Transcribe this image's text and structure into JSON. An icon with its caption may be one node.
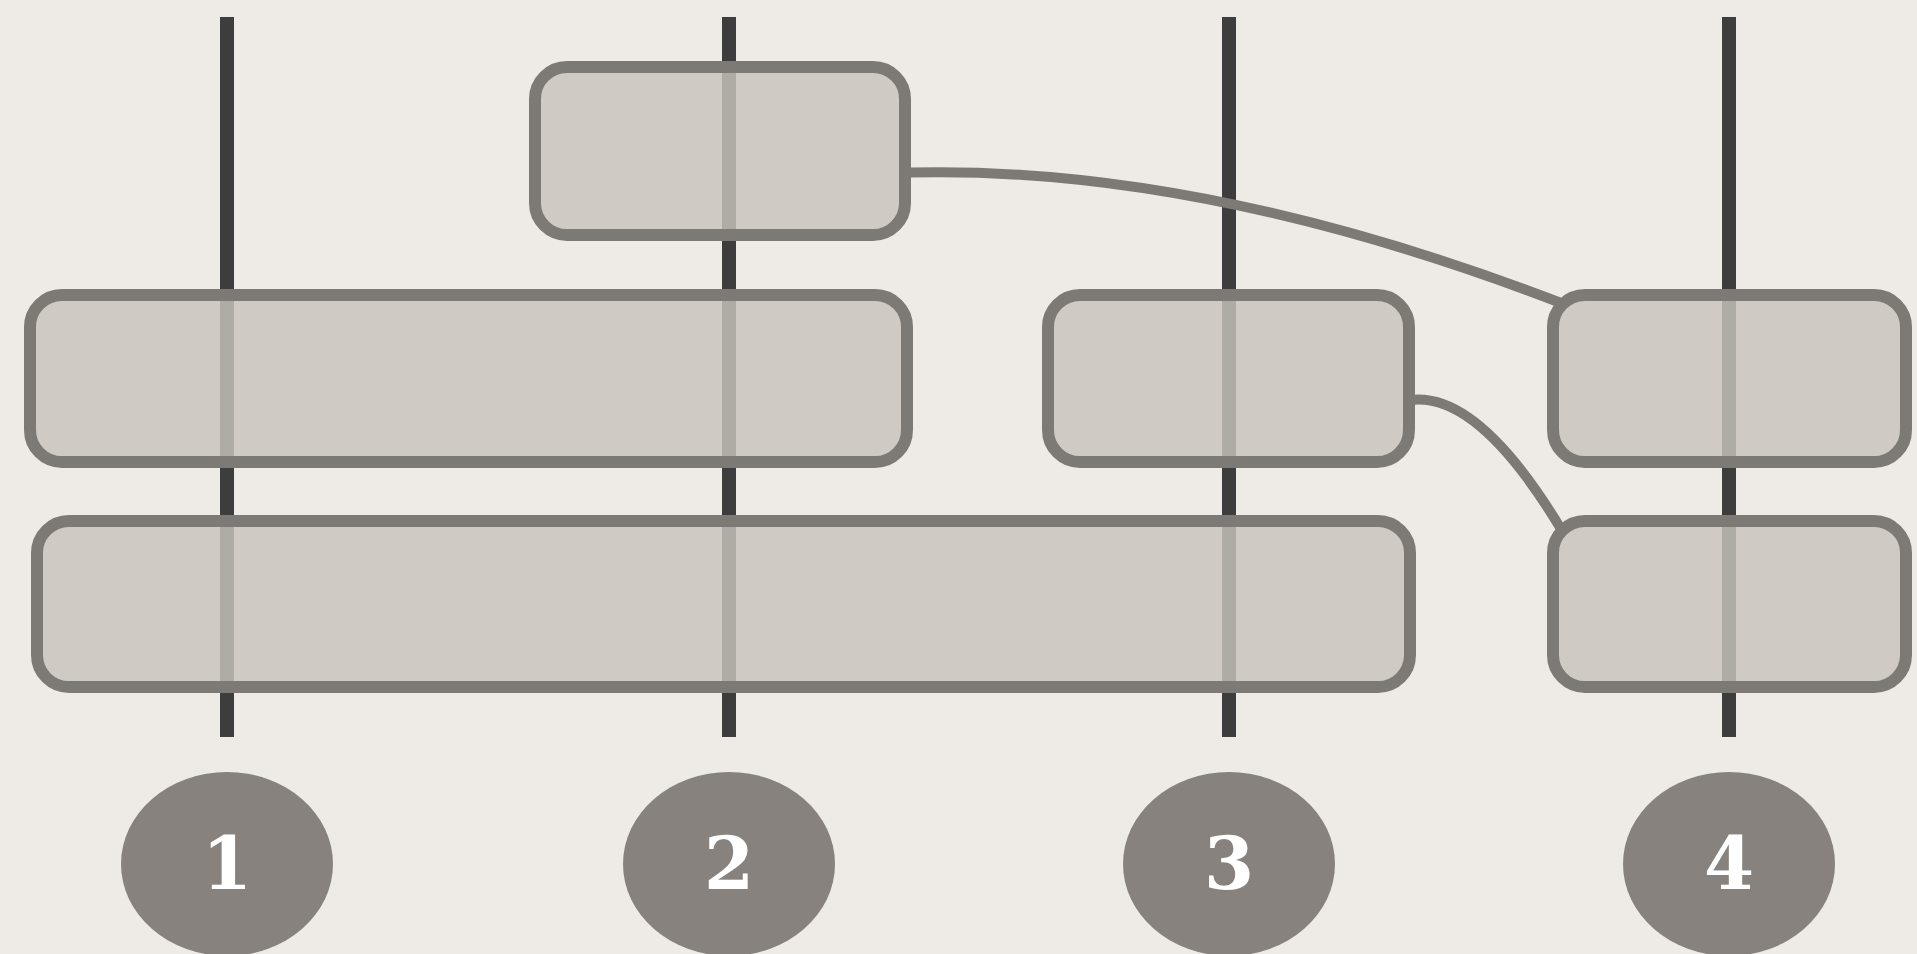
{
  "diagram": {
    "nodes": [
      {
        "text": [],
        "shape": "box"
      },
      {
        "text": [],
        "shape": "box"
      },
      {
        "text": [],
        "shape": "box"
      },
      {
        "text": [],
        "shape": "box"
      },
      {
        "text": [],
        "shape": "box"
      },
      {
        "text": [],
        "shape": "box"
      },
      {
        "text": [
          "1"
        ]
      },
      {
        "text": [
          "2"
        ]
      },
      {
        "text": [
          "3"
        ]
      },
      {
        "text": [
          "4"
        ]
      }
    ],
    "edges": [
      {
        "from": 0,
        "to": 3,
        "arrow": "none"
      },
      {
        "from": 2,
        "to": 5,
        "arrow": "none"
      }
    ]
  }
}
